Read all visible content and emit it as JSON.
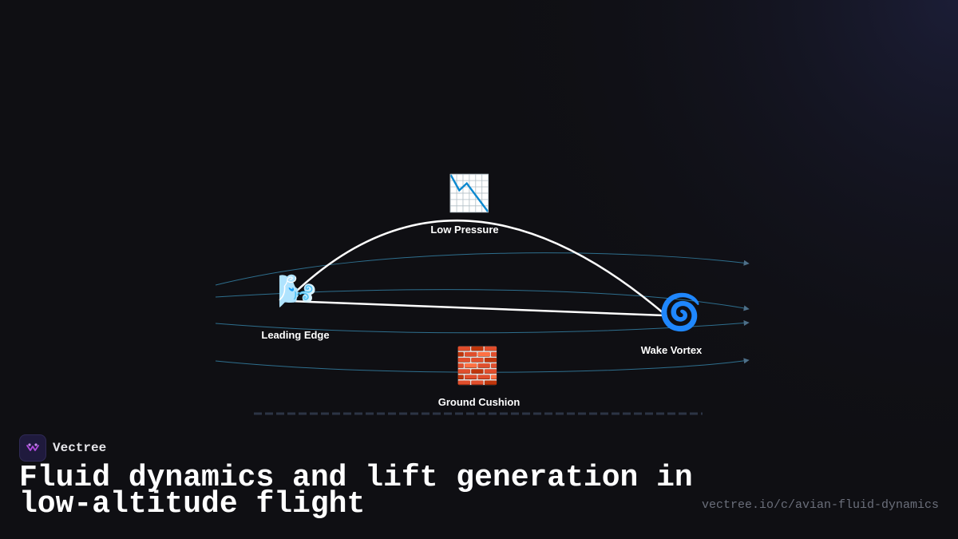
{
  "brand": {
    "name": "Vectree",
    "logo_icon": "vectree-logo-icon"
  },
  "title": "Fluid dynamics and lift generation in low-altitude flight",
  "url": "vectree.io/c/avian-fluid-dynamics",
  "colors": {
    "background": "#0f0f13",
    "streamline": "#2e6f8e",
    "wing": "#ffffff",
    "ground": "#2c3445",
    "logo": "#1f1a3d",
    "logo_mark": "#b14adf"
  },
  "nodes": [
    {
      "id": "low-pressure",
      "label": "Low Pressure",
      "icon": "📉",
      "icon_name": "chart-decreasing-icon"
    },
    {
      "id": "leading-edge",
      "label": "Leading Edge",
      "icon": "🌬️",
      "icon_name": "wind-face-icon"
    },
    {
      "id": "wake-vortex",
      "label": "Wake Vortex",
      "icon": "🌀",
      "icon_name": "cyclone-icon"
    },
    {
      "id": "ground-cushion",
      "label": "Ground Cushion",
      "icon": "🧱",
      "icon_name": "brick-icon"
    }
  ]
}
